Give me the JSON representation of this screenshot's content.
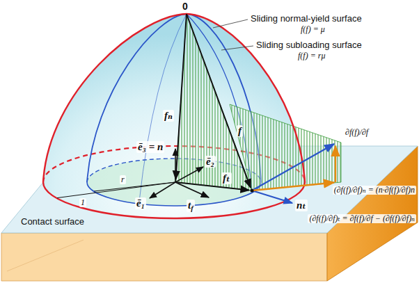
{
  "diagram": {
    "labels": [
      "0",
      "Sliding normal-yield surface",
      "f(f) = μ",
      "Sliding subloading surface",
      "f(f) = rμ",
      "fₙ",
      "ē₃ = n",
      "ē₂",
      "ē₁",
      "f",
      "fₜ",
      "tf",
      "nₜ",
      "1",
      "r",
      "Contact surface",
      "∂f(f)/∂f",
      "(∂f(f)/∂f)ₙ = (n·∂f(f)/∂f)n",
      "(∂f(f)/∂f)ₜ = ∂f(f)/∂f − (∂f(f)/∂f)ₙ"
    ]
  }
}
